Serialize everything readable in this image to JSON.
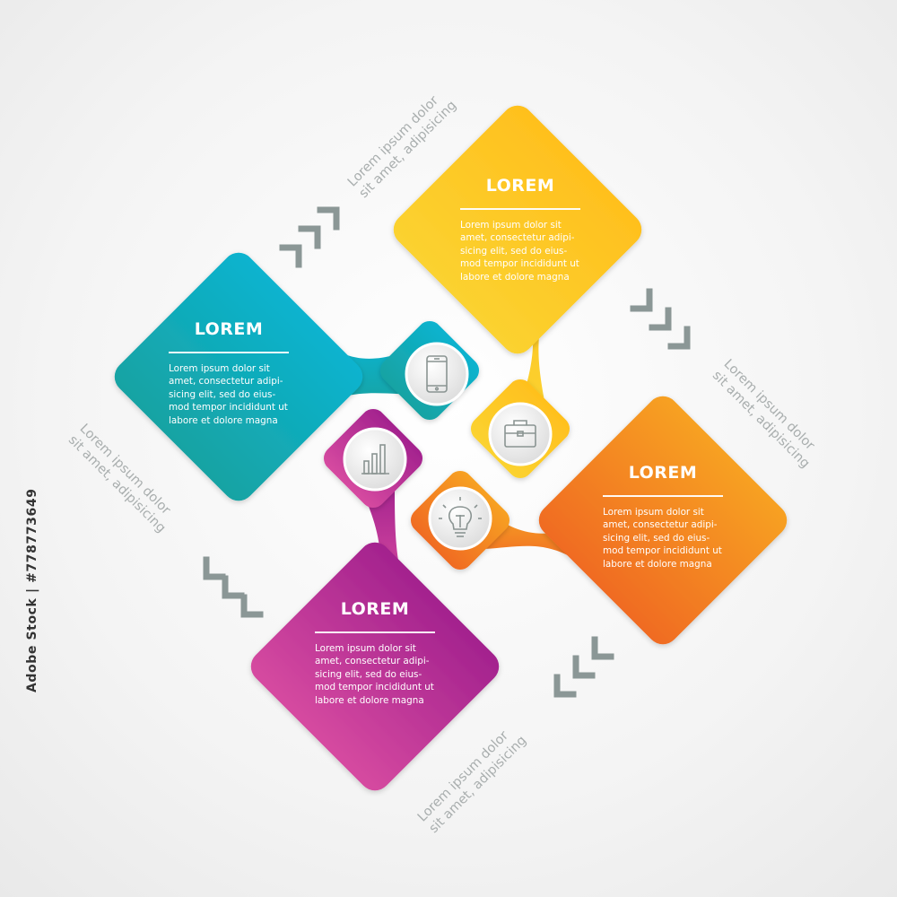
{
  "steps": [
    {
      "id": "teal",
      "title": "LOREM",
      "body": "Lorem ipsum dolor sit\namet, consectetur adipi-\nsicing elit, sed do eius-\nmod tempor incididunt ut\nlabore et dolore magna",
      "icon": "smartphone-icon",
      "color_top": "#0bb3cf",
      "color_bottom": "#17a3a3"
    },
    {
      "id": "yellow",
      "title": "LOREM",
      "body": "Lorem ipsum dolor sit\namet, consectetur adipi-\nsicing elit, sed do eius-\nmod tempor incididunt ut\nlabore et dolore magna",
      "icon": "briefcase-icon",
      "color_top": "#ffc01e",
      "color_bottom": "#fbd230"
    },
    {
      "id": "orange",
      "title": "LOREM",
      "body": "Lorem ipsum dolor sit\namet, consectetur adipi-\nsicing elit, sed do eius-\nmod tempor incididunt ut\nlabore et dolore magna",
      "icon": "lightbulb-icon",
      "color_top": "#f7a122",
      "color_bottom": "#f06b24"
    },
    {
      "id": "purple",
      "title": "LOREM",
      "body": "Lorem ipsum dolor sit\namet, consectetur adipi-\nsicing elit, sed do eius-\nmod tempor incididunt ut\nlabore et dolore magna",
      "icon": "bar-chart-icon",
      "color_top": "#a3228e",
      "color_bottom": "#d64aa0"
    }
  ],
  "side_labels": {
    "top": "Lorem ipsum dolor\nsit amet, adipisicing",
    "right": "Lorem ipsum dolor\nsit amet, adipisicing",
    "left": "Lorem ipsum dolor\nsit amet, adipisicing",
    "bottom": "Lorem ipsum dolor\nsit amet, adipisicing"
  },
  "arrow_color": "#8b9796",
  "watermark": "Adobe Stock",
  "stock_id": "#778773649",
  "credit": "Adobe Stock | #778773649"
}
